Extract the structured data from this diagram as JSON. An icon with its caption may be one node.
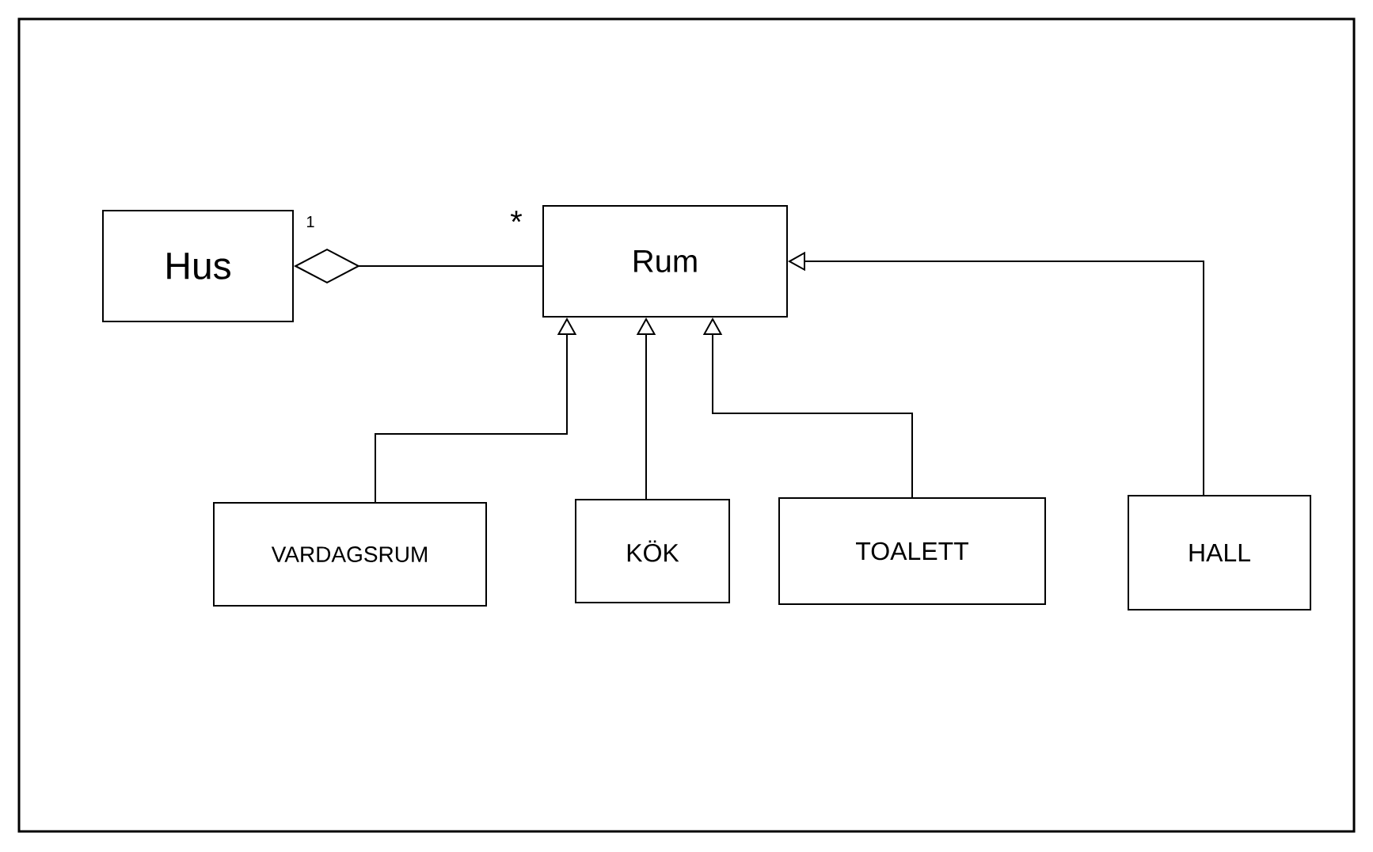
{
  "diagram": {
    "nodes": [
      {
        "text": [
          "Hus"
        ]
      },
      {
        "text": [
          "Rum"
        ]
      },
      {
        "text": [
          "VARDAGSRUM"
        ]
      },
      {
        "text": [
          "KÖK"
        ]
      },
      {
        "text": [
          "TOALETT"
        ]
      },
      {
        "text": [
          "HALL"
        ]
      }
    ],
    "edges": [
      {
        "from": 0,
        "to": 1,
        "arrow": "other"
      },
      {
        "from": 2,
        "to": 1,
        "arrow": "to"
      },
      {
        "from": 3,
        "to": 1,
        "arrow": "to"
      },
      {
        "from": 4,
        "to": 1,
        "arrow": "to"
      },
      {
        "from": 5,
        "to": 1,
        "arrow": "to"
      }
    ],
    "labels": [
      "1",
      "*"
    ]
  }
}
